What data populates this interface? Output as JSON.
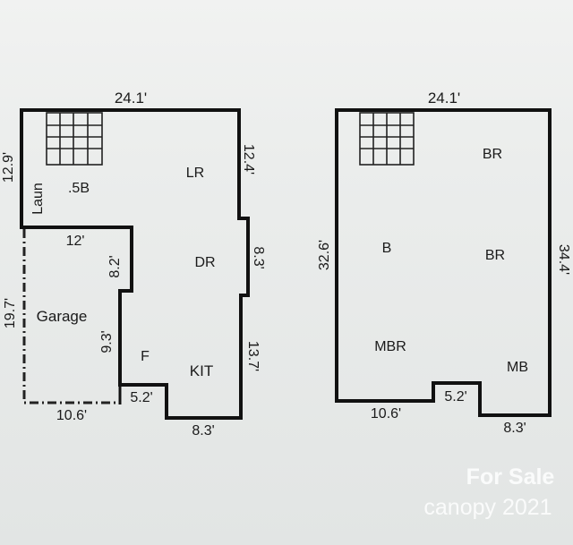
{
  "floor1": {
    "dims": {
      "top": "24.1'",
      "left_upper": "12.9'",
      "right_upper": "12.4'",
      "right_mid": "8.3'",
      "right_lower": "13.7'",
      "garage_top": "12'",
      "garage_left": "19.7'",
      "garage_bottom": "10.6'",
      "inner_upper": "8.2'",
      "inner_lower": "9.3'",
      "step": "5.2'",
      "bottom": "8.3'"
    },
    "rooms": {
      "laun": "Laun",
      "half_bath": ".5B",
      "lr": "LR",
      "dr": "DR",
      "garage": "Garage",
      "f": "F",
      "kit": "KIT"
    }
  },
  "floor2": {
    "dims": {
      "top": "24.1'",
      "left": "32.6'",
      "right": "34.4'",
      "bottom_left": "10.6'",
      "notch": "5.2'",
      "bottom_right": "8.3'"
    },
    "rooms": {
      "br_top": "BR",
      "b": "B",
      "br_mid": "BR",
      "mbr": "MBR",
      "mb": "MB"
    }
  },
  "watermark": {
    "line1": "For Sale",
    "line2": "canopy 2021"
  }
}
